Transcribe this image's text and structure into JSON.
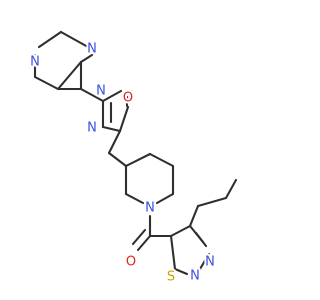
{
  "colors": {
    "carbon_bond": "#2f2f2f",
    "nitrogen": "#3b4fe0",
    "oxygen": "#e0251b",
    "sulfur": "#c9a400"
  },
  "atoms": {
    "pyrazine_n_top": "N",
    "pyrazine_n_left": "N",
    "oxadiazole_n_top": "N",
    "oxadiazole_o": "O",
    "oxadiazole_n_bottom": "N",
    "piperidine_n": "N",
    "carbonyl_o": "O",
    "thiadiazole_n_1": "N",
    "thiadiazole_n_2": "N",
    "thiadiazole_s": "S"
  }
}
